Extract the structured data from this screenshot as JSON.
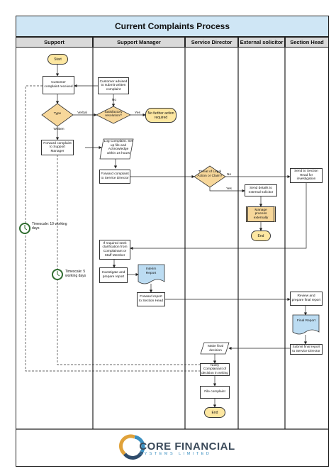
{
  "title": "Current Complaints Process",
  "lanes": [
    "Support",
    "Support Manager",
    "Service Director",
    "External solicitor",
    "Section Head"
  ],
  "nodes": {
    "start": "Start",
    "customer_complaint": "Customer complaint received",
    "advised_written": "Customer advised to submit written complaint",
    "type": "Type",
    "satisfactory": "Satisfactory resolution?",
    "no_further": "No further action required",
    "forward_support_manager": "Forward complaint to Support Manager",
    "log_complaint": "Log Complaint. Set up file and Acknowledge within 24 hours",
    "forward_service_director": "Forward complaint to Service Director",
    "threat_legal": "Threat of Legal Action or Claim?",
    "send_section_head": "Send to Section Head for investigation",
    "send_external": "Send details to external solicitor",
    "manage_externally": "Manage process externally",
    "end_external": "End",
    "seek_clarification": "If required seek clarification from Complainant or Staff Member",
    "investigate": "Investigate and prepare report",
    "interim_report": "Interim Report",
    "forward_report": "Forward report to Section Head",
    "review_final": "Review and prepare final report",
    "final_report": "Final Report",
    "submit_final": "Submit final report to Service Director",
    "make_final": "Make final decision",
    "notify": "Notify Complainant of decision in writing",
    "file_complaint": "File complaint",
    "end_main": "End"
  },
  "edge_labels": {
    "no": "No",
    "verbal": "Verbal",
    "yes": "Yes",
    "written": "Written",
    "no2": "No",
    "yes2": "Yes"
  },
  "timescales": [
    {
      "label": "Timescale: 10 working days"
    },
    {
      "label": "Timescale: 5 working days"
    }
  ],
  "logo": {
    "name": "CORE FINANCIAL",
    "sub": "SYSTEMS LIMITED"
  },
  "colors": {
    "title_bg": "#cfe6f5",
    "decision": "#f7d79a",
    "terminator": "#fde7a1",
    "document": "#bcdcf2",
    "manage": "#f7d79a"
  }
}
